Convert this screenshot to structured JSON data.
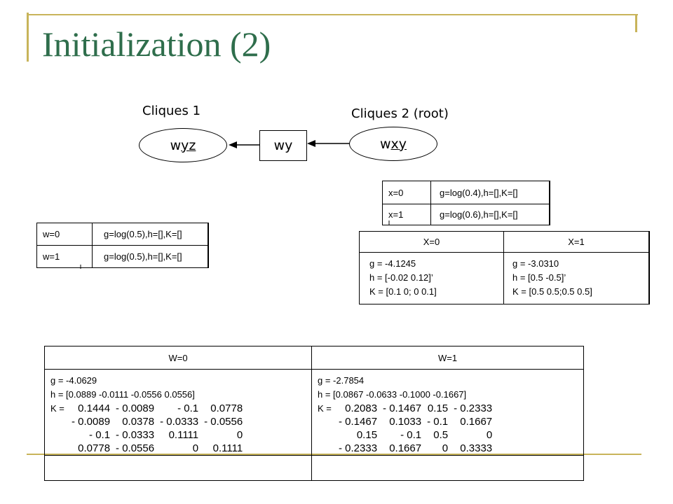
{
  "slide": {
    "title": "Initialization (2)"
  },
  "graph": {
    "clique1_label": "Cliques 1",
    "clique2_label": "Cliques 2 (root)",
    "clique1": {
      "c1": "w",
      "c2": "y",
      "c3": "z"
    },
    "separator": "wy",
    "clique2": {
      "c1": "w",
      "c2": "x",
      "c3": "y"
    }
  },
  "table_x": {
    "rows": [
      {
        "state": "x=0",
        "value": "g=log(0.4),h=[],K=[]"
      },
      {
        "state": "x=1",
        "value": "g=log(0.6),h=[],K=[]"
      }
    ]
  },
  "table_w": {
    "rows": [
      {
        "state": "w=0",
        "value": "g=log(0.5),h=[],K=[]"
      },
      {
        "state": "w=1",
        "value": "g=log(0.5),h=[],K=[]"
      }
    ]
  },
  "table_X": {
    "headers": [
      "X=0",
      "X=1"
    ],
    "col0": {
      "g": "g = -4.1245",
      "h": "h = [-0.02 0.12]’",
      "K": "K = [0.1 0; 0 0.1]"
    },
    "col1": {
      "g": "g = -3.0310",
      "h": "h = [0.5 -0.5]’",
      "K": "K = [0.5 0.5;0.5 0.5]"
    }
  },
  "table_W": {
    "headers": [
      "W=0",
      "W=1"
    ],
    "col0": {
      "g": "g = -4.0629",
      "h": "h = [0.0889 -0.0111 -0.0556 0.0556]",
      "K_label": "K =",
      "K": [
        [
          "0.1444",
          "- 0.0089",
          "- 0.1",
          "0.0778"
        ],
        [
          "- 0.0089",
          "0.0378",
          "- 0.0333",
          "- 0.0556"
        ],
        [
          "- 0.1",
          "- 0.0333",
          "0.1111",
          "0"
        ],
        [
          "0.0778",
          "- 0.0556",
          "0",
          "0.1111"
        ]
      ]
    },
    "col1": {
      "g": "g = -2.7854",
      "h": "h = [0.0867 -0.0633 -0.1000 -0.1667]",
      "K_label": "K =",
      "K": [
        [
          "0.2083",
          "- 0.1467",
          "0.15",
          "- 0.2333"
        ],
        [
          "- 0.1467",
          "0.1033",
          "- 0.1",
          "0.1667"
        ],
        [
          "0.15",
          "- 0.1",
          "0.5",
          "0"
        ],
        [
          "- 0.2333",
          "0.1667",
          "0",
          "0.3333"
        ]
      ]
    }
  }
}
